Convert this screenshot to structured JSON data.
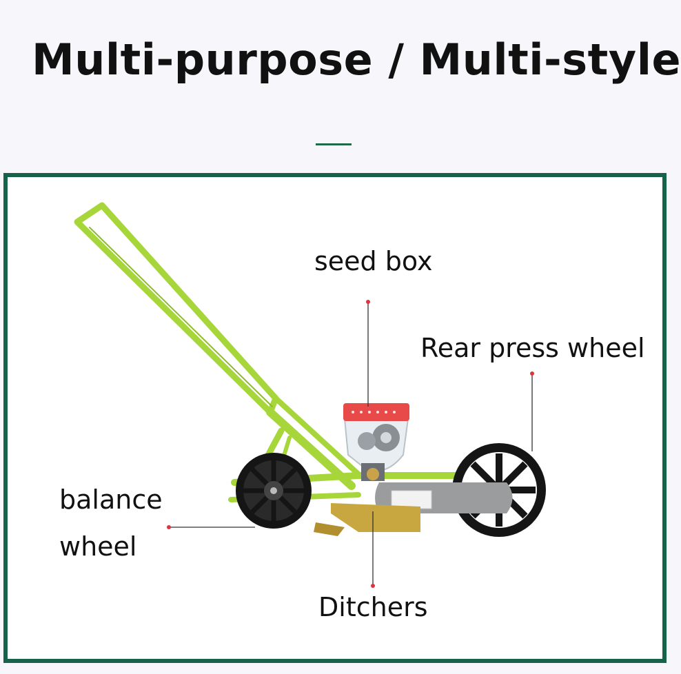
{
  "header": {
    "title": "Multi-purpose / Multi-style"
  },
  "diagram": {
    "labels": {
      "seed_box": "seed box",
      "rear_press_wheel": "Rear press wheel",
      "balance_wheel_line1": "balance",
      "balance_wheel_line2": "wheel",
      "ditchers": "Ditchers"
    }
  },
  "colors": {
    "frame_border": "#17634a",
    "accent_line": "#1e6a48",
    "machine_green": "#a6d63a",
    "seed_box_lid": "#e84a4a",
    "leader_dot": "#d9363e"
  }
}
